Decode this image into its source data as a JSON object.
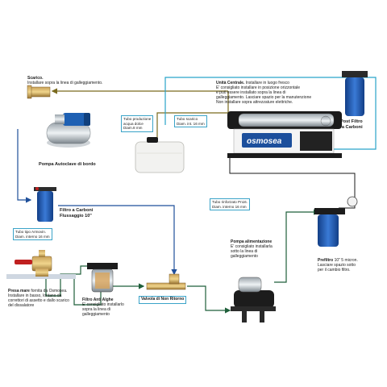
{
  "labels": {
    "scarico_title": "Scarico.",
    "scarico_desc": "Installare sopra la linea di galleggiamento.",
    "pompa_autoclave": "Pompa Autoclave di bordo",
    "filtro_carboni_1": "Filtro a Carboni",
    "filtro_carboni_2": "Flussaggio 10\"",
    "unita_title": "Unità Centrale.",
    "unita_line1": "Installare in luogo fresco",
    "unita_line2": "E' consigliato installare in posizione orizzontale",
    "unita_line3": "e può essere installato sopra la linea di",
    "unita_line4": "galleggiamento. Lasciare spazio per la manutenzione",
    "unita_line5": "Non installare sopra attrezzature elettriche.",
    "post_filtro_1": "Post Filtro",
    "post_filtro_2": "a Carboni",
    "brand": "osmosea",
    "presa_title": "Presa mare",
    "presa_line1": "fornita da Osmosea.",
    "presa_line2": "Installare in basso, lontano da",
    "presa_line3": "correttori di assetto e dallo scarico",
    "presa_line4": "del dissalatore",
    "filtro_alghe_title": "Filtro Anti Alghe",
    "filtro_alghe_line1": "E' consigliato installarlo",
    "filtro_alghe_line2": "sopra la linea di",
    "filtro_alghe_line3": "galleggiamento",
    "valvola": "Valvola di Non Ritorno",
    "pompa_alim_title": "Pompa alimentazione",
    "pompa_alim_line1": "E' consigliato installarla",
    "pompa_alim_line2": "sotto la linea di",
    "pompa_alim_line3": "galleggiamento",
    "prefiltro_title": "Prefiltro",
    "prefiltro_line1": "10\" 5 micron.",
    "prefiltro_line2": "Lasciare spazio sotto",
    "prefiltro_line3": "per il cambio filtro."
  },
  "boxes": {
    "tubo_produzione_1": "Tubo produzione",
    "tubo_produzione_2": "acqua dolce",
    "tubo_produzione_3": "Diam.8 mm",
    "tubo_scarico_1": "Tubo scarico",
    "tubo_scarico_2": "Diam. int. 16 mm",
    "tubo_armovin_1": "Tubo tipo Armovin.",
    "tubo_armovin_2": "Diam. interno 16 mm",
    "tubo_rinforzato_1": "Tubo rinforzato Pn16.",
    "tubo_rinforzato_2": "Diam. interno 16 mm"
  },
  "colors": {
    "fresh_water_line": "#7a6a1e",
    "sea_water_line": "#1f5f3a",
    "drain_line": "#29a3c9",
    "filter_blue": "#1f5fb4"
  }
}
